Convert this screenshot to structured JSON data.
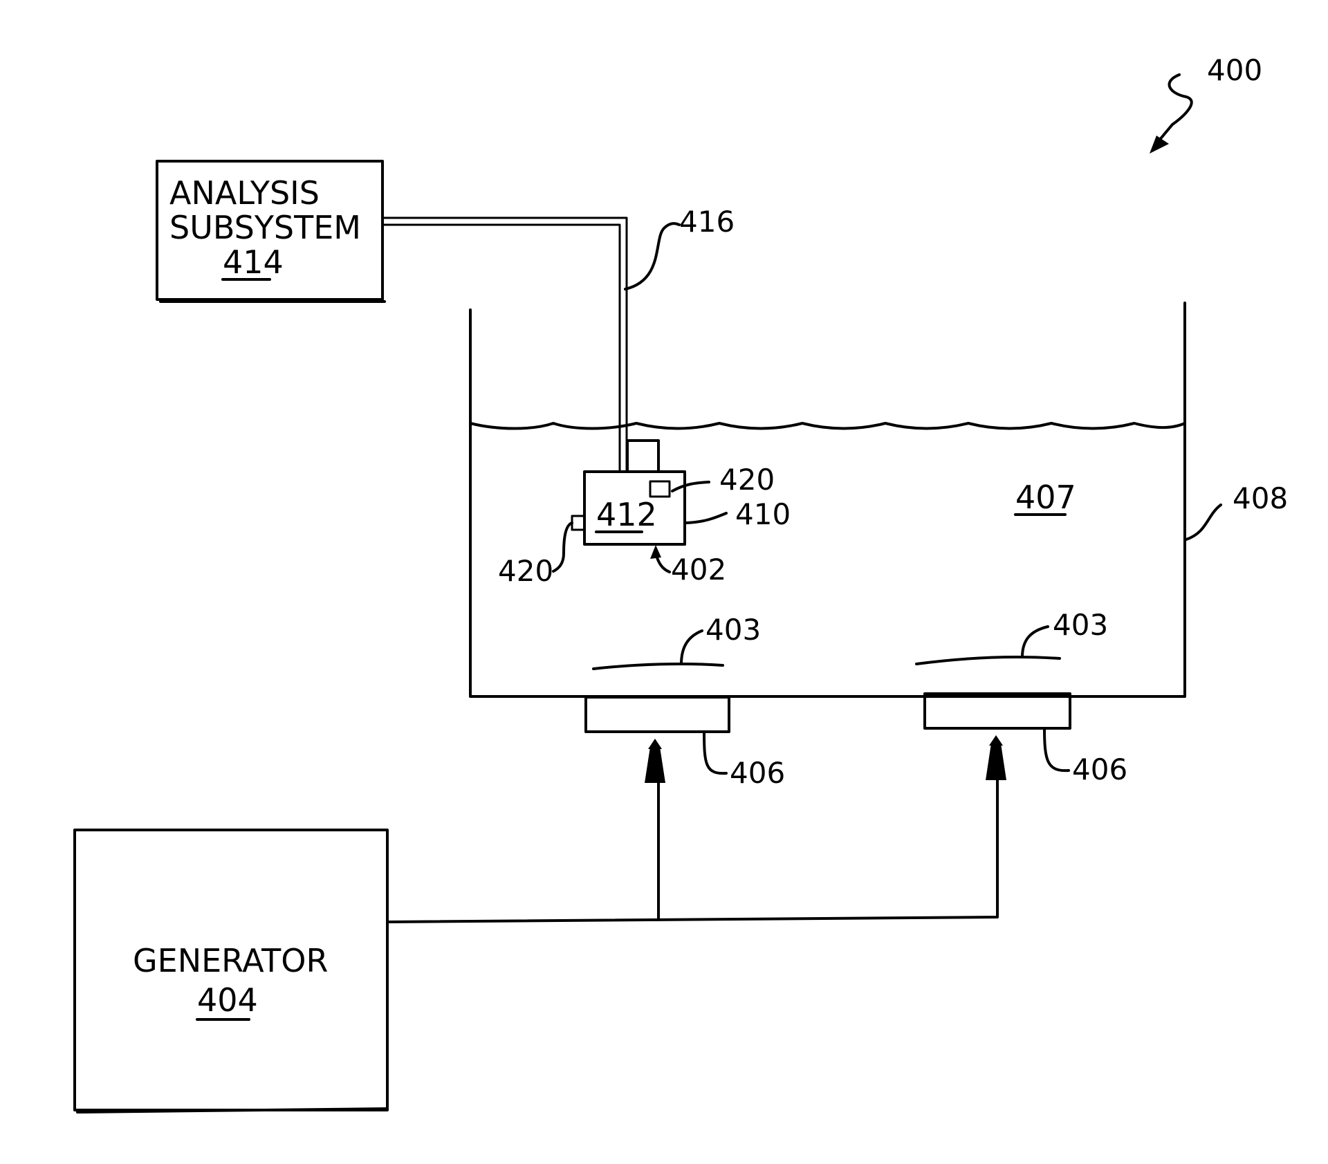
{
  "figure_ref": "400",
  "analysis": {
    "line1": "ANALYSIS",
    "line2": "SUBSYSTEM",
    "ref": "414"
  },
  "generator": {
    "name": "GENERATOR",
    "ref": "404"
  },
  "tank": {
    "ref": "408",
    "liquid_ref": "407"
  },
  "sensor": {
    "ref": "412",
    "body_ref": "410",
    "pointer_ref": "402",
    "port_ref_top": "420",
    "port_ref_left": "420"
  },
  "cable_ref": "416",
  "wave_refs": {
    "left": "403",
    "right": "403"
  },
  "transducer_refs": {
    "left": "406",
    "right": "406"
  }
}
